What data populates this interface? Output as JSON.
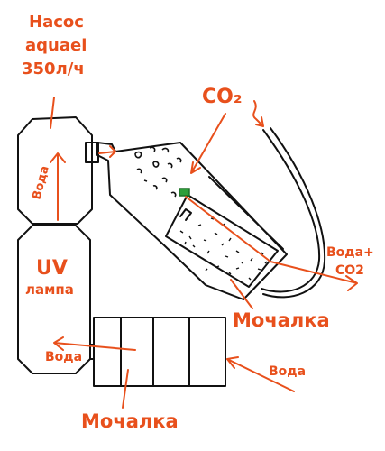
{
  "labels": {
    "pump_line1": "Насос",
    "pump_line2": "aquael",
    "pump_line3": "350л/ч",
    "co2": "CO₂",
    "water_pump": "Вода",
    "uv_line1": "UV",
    "uv_line2": "лампа",
    "water_left": "Вода",
    "water_right": "Вода",
    "water_co2_line1": "Вода+",
    "water_co2_line2": "CO2",
    "sponge_right": "Мочалка",
    "sponge_bottom": "Мочалка"
  },
  "colors": {
    "ink": "#111111",
    "annotation": "#e8501c",
    "diffuser": "#2e9e3a"
  }
}
